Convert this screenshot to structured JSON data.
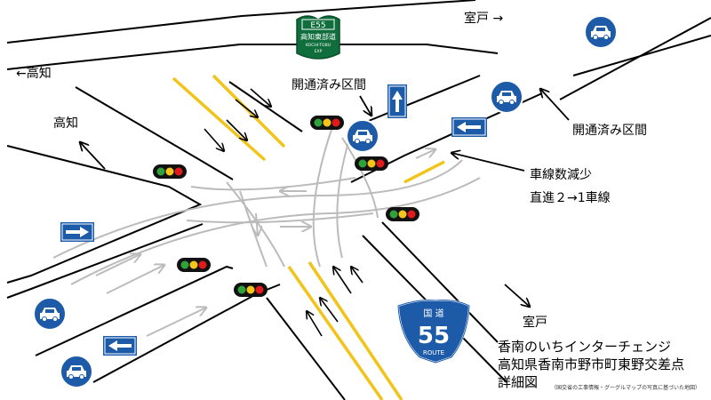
{
  "labels": {
    "muroto_top": "室戸 →",
    "kochi_arrow": "←高知",
    "kochi_left": "高知",
    "open_section_center": "開通済み区間",
    "open_section_right": "開通済み区間",
    "lane_reduction_line1": "車線数減少",
    "lane_reduction_line2": "直進２→1車線",
    "muroto_bottom": "室戸"
  },
  "expressway_sign": {
    "route": "E55",
    "name": "高知東部道",
    "romaji": "KOCHI-TOBU",
    "suffix": "EXP"
  },
  "route_shield": {
    "top": "国 道",
    "number": "55",
    "bottom": "ROUTE"
  },
  "title": {
    "line1": "香南のいちインターチェンジ",
    "line2": "高知県香南市野市町東野交差点",
    "line3": "詳細図",
    "source_note": "（国交省の工事情報・グーグルマップの写真に基づいた地図）"
  },
  "colors": {
    "road_line": "#000000",
    "center_line": "#f2c318",
    "traffic_path": "#bbbbbb",
    "sign_blue": "#1d5ba8",
    "expressway_green": "#0f6e3c",
    "light_red": "#e11b1b",
    "light_yellow": "#f5c51c",
    "light_green": "#2fa33a"
  },
  "icons": {
    "car_sign": "car-only-sign-icon",
    "one_way_left": "one-way-left-sign-icon",
    "one_way_right": "one-way-right-sign-icon",
    "one_way_up": "one-way-up-sign-icon",
    "traffic_light": "traffic-light-icon"
  }
}
